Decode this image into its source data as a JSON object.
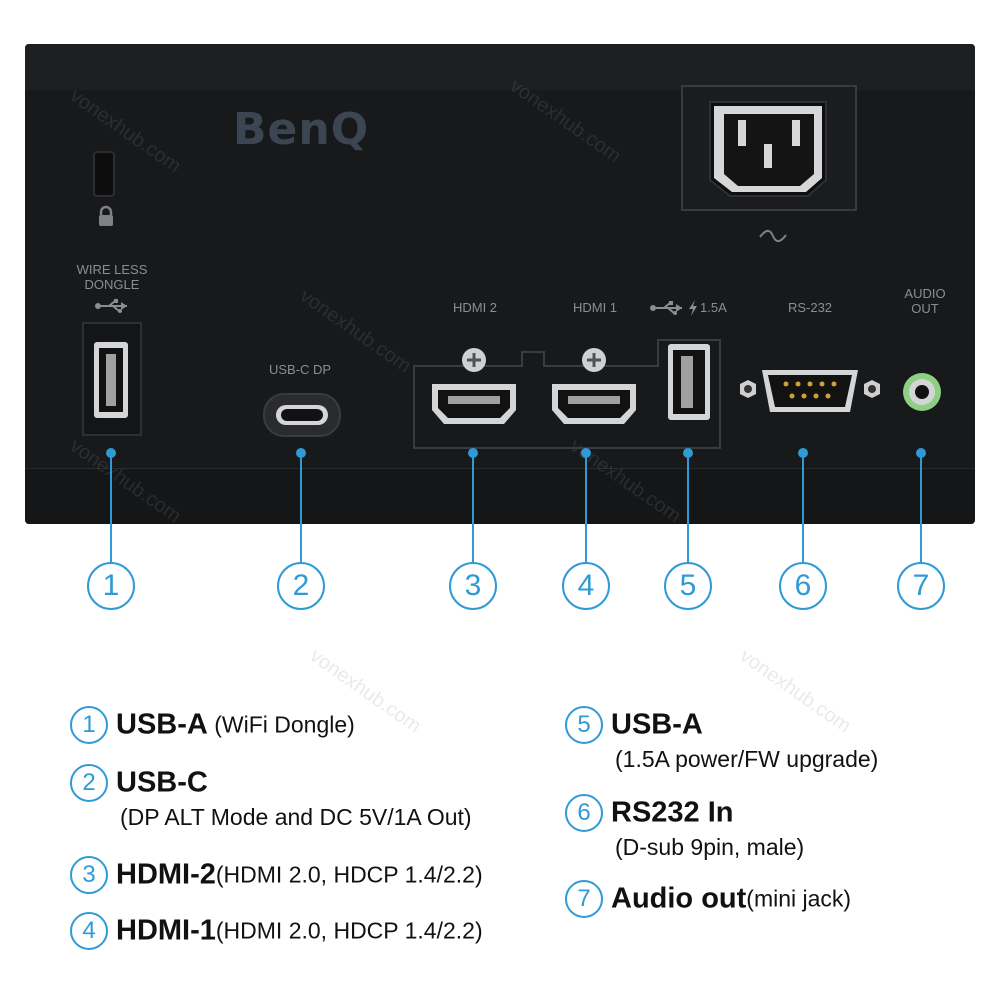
{
  "brand": "BenQ",
  "watermark": "vonexhub.com",
  "colors": {
    "accent": "#2f9ad6",
    "panel": "#18191b",
    "label": "#8a8d92"
  },
  "port_labels": {
    "wireless_dongle": "WIRE LESS\nDONGLE",
    "usbc_dp": "USB-C DP",
    "hdmi2": "HDMI 2",
    "hdmi1": "HDMI 1",
    "usb_power": "1.5A",
    "rs232": "RS-232",
    "audio_out": "AUDIO\nOUT"
  },
  "icons": [
    "lock-icon",
    "kensington-slot-icon",
    "usb-icon",
    "bolt-icon",
    "ac-wave-icon",
    "screw-icon"
  ],
  "callouts": [
    "1",
    "2",
    "3",
    "4",
    "5",
    "6",
    "7"
  ],
  "legend": [
    {
      "num": "1",
      "main": "USB-A",
      "detail": " (WiFi Dongle)",
      "sub": ""
    },
    {
      "num": "2",
      "main": "USB-C",
      "detail": "",
      "sub": "(DP ALT Mode and DC 5V/1A Out)"
    },
    {
      "num": "3",
      "main": "HDMI-2",
      "detail": "(HDMI 2.0, HDCP 1.4/2.2)",
      "sub": ""
    },
    {
      "num": "4",
      "main": "HDMI-1",
      "detail": "(HDMI 2.0, HDCP 1.4/2.2)",
      "sub": ""
    },
    {
      "num": "5",
      "main": "USB-A",
      "detail": "",
      "sub": "(1.5A power/FW upgrade)"
    },
    {
      "num": "6",
      "main": "RS232 In",
      "detail": "",
      "sub": "(D-sub 9pin, male)"
    },
    {
      "num": "7",
      "main": "Audio out",
      "detail": "(mini jack)",
      "sub": ""
    }
  ]
}
